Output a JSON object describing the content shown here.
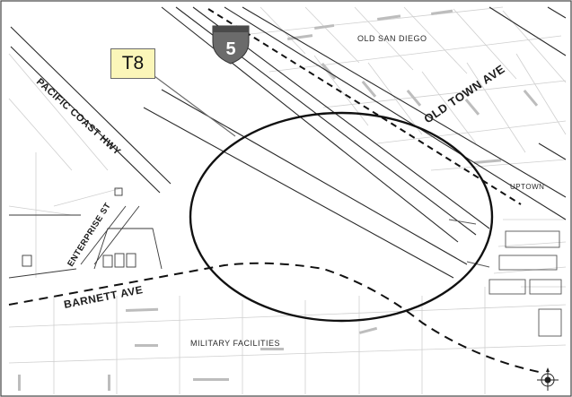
{
  "map": {
    "callout": "T8",
    "interstate_shield": "5",
    "roads": {
      "pacific_coast_hwy": "PACIFIC COAST HWY",
      "old_town_ave": "OLD TOWN AVE",
      "enterprise_st": "ENTERPRISE ST",
      "barnett_ave": "BARNETT AVE"
    },
    "areas": {
      "old_san_diego": "OLD SAN DIEGO",
      "uptown": "UPTOWN",
      "military_facilities": "MILITARY FACILITIES"
    },
    "icons": {
      "north_arrow": "north-arrow-icon",
      "interstate": "interstate-shield-icon"
    },
    "colors": {
      "callout_fill": "#fbf6b9",
      "shield_fill": "#6b6b6b",
      "line": "#1a1a1a",
      "street": "#c8c8c8"
    }
  }
}
